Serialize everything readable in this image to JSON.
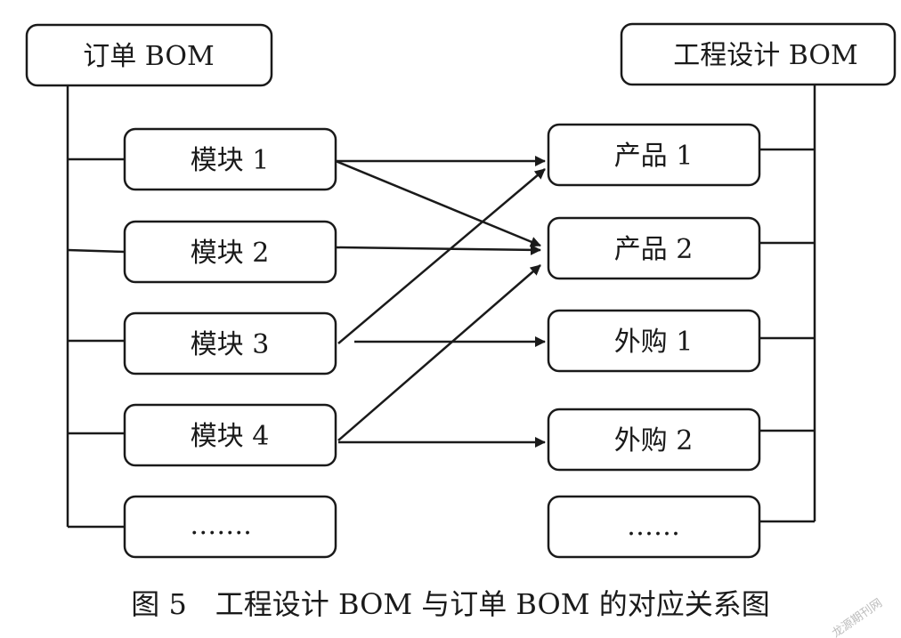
{
  "left_root": {
    "label": "订单 BOM"
  },
  "right_root": {
    "label": "工程设计 BOM"
  },
  "left_items": [
    {
      "id": "m1",
      "label": "模块 1"
    },
    {
      "id": "m2",
      "label": "模块 2"
    },
    {
      "id": "m3",
      "label": "模块 3"
    },
    {
      "id": "m4",
      "label": "模块 4"
    },
    {
      "id": "m5",
      "label": "……."
    }
  ],
  "right_items": [
    {
      "id": "p1",
      "label": "产品 1"
    },
    {
      "id": "p2",
      "label": "产品 2"
    },
    {
      "id": "w1",
      "label": "外购 1"
    },
    {
      "id": "w2",
      "label": "外购 2"
    },
    {
      "id": "r5",
      "label": "……"
    }
  ],
  "mappings": [
    {
      "from": "m1",
      "to": "p1"
    },
    {
      "from": "m1",
      "to": "p2"
    },
    {
      "from": "m2",
      "to": "p2"
    },
    {
      "from": "m3",
      "to": "p1"
    },
    {
      "from": "m3",
      "to": "w1"
    },
    {
      "from": "m4",
      "to": "p2"
    },
    {
      "from": "m4",
      "to": "w2"
    }
  ],
  "caption": "图 5　工程设计 BOM 与订单 BOM 的对应关系图",
  "watermark": "龙源期刊网",
  "colors": {
    "stroke": "#1a1a1a",
    "background": "#ffffff"
  }
}
